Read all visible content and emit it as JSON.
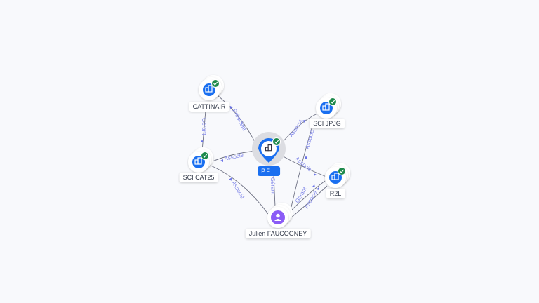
{
  "nodes": {
    "cattinair": {
      "label": "CATTINAIR",
      "type": "company",
      "verified": true
    },
    "sci_cat25": {
      "label": "SCI CAT25",
      "type": "company",
      "verified": true
    },
    "pfl": {
      "label": "P.F.L.",
      "type": "company",
      "verified": true,
      "focused": true
    },
    "sci_jpjg": {
      "label": "SCI JPJG",
      "type": "company",
      "verified": true
    },
    "r2l": {
      "label": "R2L",
      "type": "company",
      "verified": true
    },
    "julien": {
      "label": "Julien FAUCOGNEY",
      "type": "person"
    }
  },
  "edges": [
    {
      "from": "pfl",
      "to": "cattinair",
      "label": "Président"
    },
    {
      "from": "cattinair",
      "to": "sci_cat25",
      "label": "Gérant"
    },
    {
      "from": "pfl",
      "to": "sci_cat25",
      "label": "Associé"
    },
    {
      "from": "pfl",
      "to": "sci_jpjg",
      "label": "Associé"
    },
    {
      "from": "pfl",
      "to": "r2l",
      "label": "Associé"
    },
    {
      "from": "julien",
      "to": "pfl",
      "label": "Gérant"
    },
    {
      "from": "julien",
      "to": "sci_cat25",
      "label": "Associé"
    },
    {
      "from": "julien",
      "to": "sci_jpjg",
      "label": "Associé"
    },
    {
      "from": "julien",
      "to": "r2l",
      "label": "Gérant"
    },
    {
      "from": "julien",
      "to": "r2l",
      "label": "Associé"
    }
  ],
  "colors": {
    "company": "#1a6ff0",
    "person": "#8b5cf6",
    "verified": "#1e8a4c",
    "edge_label": "#7c83e8"
  }
}
